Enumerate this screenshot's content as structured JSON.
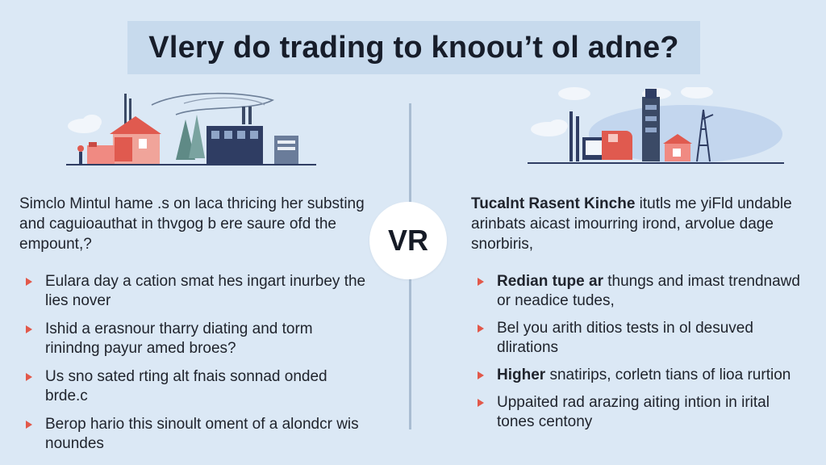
{
  "title": "Vlery do trading to knoou’t ol adne?",
  "vs_label": "VR",
  "left": {
    "intro": "Simclo Mintul hame .s on laca thricing her substing and caguioauthat in thvgog b ere saure ofd the empount,?",
    "illustration_icon": "factory-houses-illustration",
    "bullets": [
      "Eulara day a cation smat hes ingart inurbey the lies nover",
      "Ishid a erasnour tharry diating and torm rinindng payur amed broes?",
      "Us sno sated rting alt fnais sonnad onded brde.c",
      "Berop hario this sinoult oment of a alondcr wis noundes"
    ]
  },
  "right": {
    "intro_lead": "Tucalnt Rasent Kinche",
    "intro_rest": " itutls me yiFld undable arinbats aicast imourring irond, arvolue dage snorbiris,",
    "illustration_icon": "industrial-plant-illustration",
    "bullets": [
      {
        "lead": "Redian tupe ar",
        "rest": " thungs and imast trendnawd or neadice tudes,"
      },
      {
        "lead": "",
        "rest": "Bel you arith ditios tests in ol desuved dlirations"
      },
      {
        "lead": "Higher",
        "rest": " snatirips, corletn tians of lioa rurtion"
      },
      {
        "lead": "",
        "rest": "Uppaited rad arazing aiting intion in irital tones centony"
      }
    ]
  },
  "colors": {
    "background": "#dbe8f5",
    "banner": "#c7daed",
    "bullet": "#e2584a",
    "divider": "#a9bdd2"
  }
}
